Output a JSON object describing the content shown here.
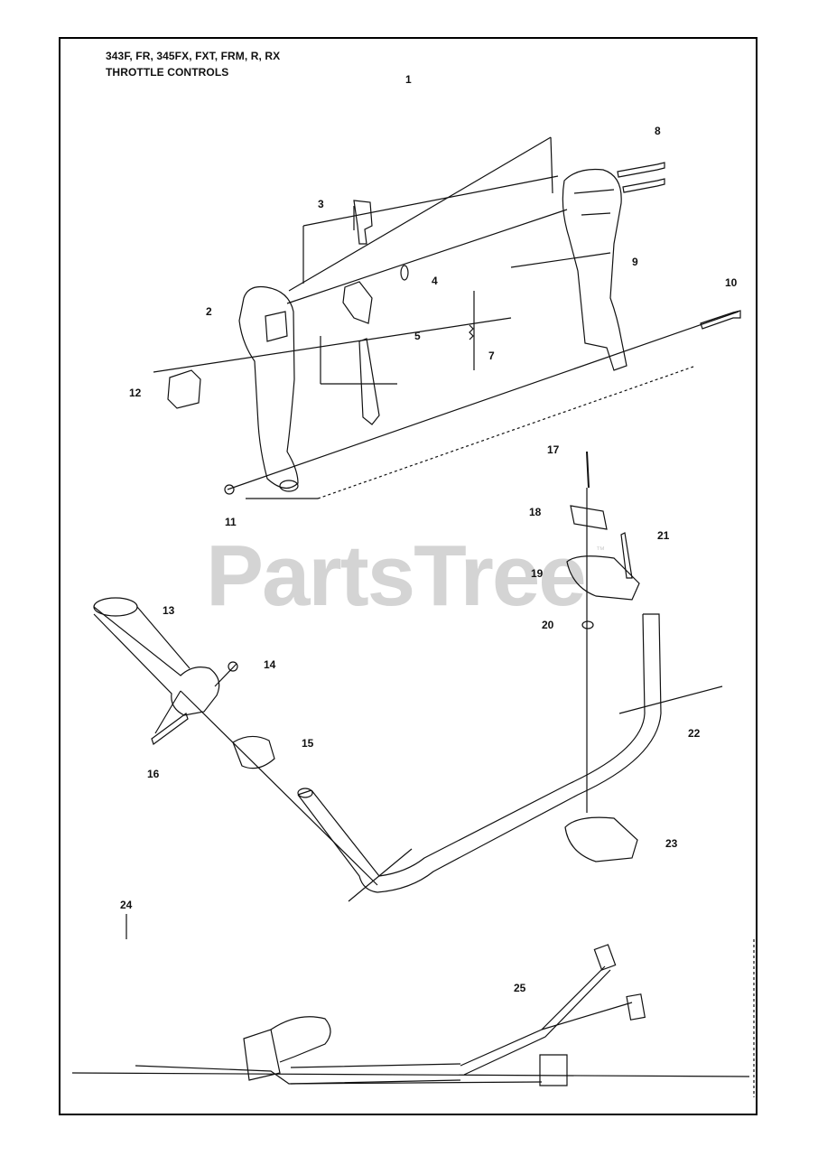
{
  "header": {
    "models": "343F, FR, 345FX, FXT, FRM, R, RX",
    "section": "THROTTLE CONTROLS"
  },
  "watermark": {
    "text": "PartsTree",
    "mark": "™"
  },
  "callouts": [
    "1",
    "2",
    "3",
    "4",
    "5",
    "7",
    "8",
    "9",
    "10",
    "11",
    "12",
    "13",
    "14",
    "15",
    "16",
    "17",
    "18",
    "19",
    "20",
    "21",
    "22",
    "23",
    "24",
    "25"
  ]
}
